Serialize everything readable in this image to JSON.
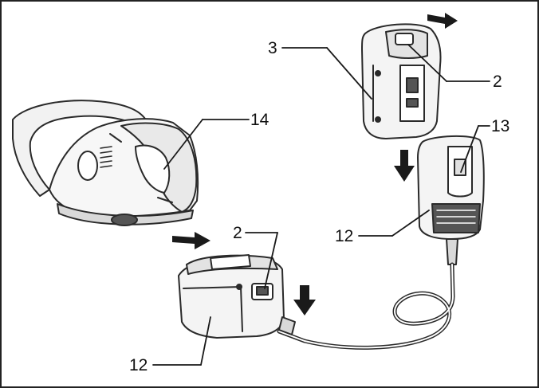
{
  "callouts": {
    "battery_top": "3",
    "button_top": "2",
    "tool_body": "14",
    "adapter_top_label": "13",
    "adapter_top": "12",
    "button_bottom": "2",
    "adapter_bottom": "12"
  },
  "colors": {
    "ink": "#1a1a1a",
    "line_art": "#2a2a2a",
    "light_fill": "#f2f2f2",
    "mid_fill": "#d9d9d9",
    "dark_fill": "#555555"
  },
  "icons": {
    "arrow_right": "arrow-right-icon",
    "arrow_down": "arrow-down-icon"
  }
}
